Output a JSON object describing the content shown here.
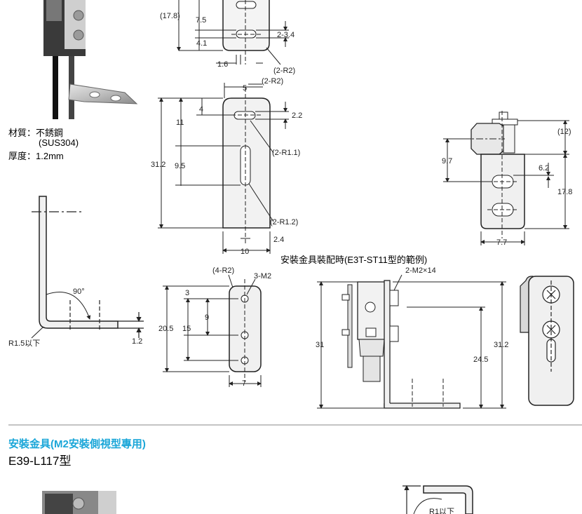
{
  "material": {
    "label": "材質：不銹鋼",
    "label_sub": "(SUS304)",
    "thickness": "厚度：1.2mm"
  },
  "top_view": {
    "d_17_8": "(17.8)",
    "d_7_5": "7.5",
    "d_4_1": "4.1",
    "d_2_3_4": "2-3.4",
    "d_1_6": "1.6",
    "r2_a": "(2-R2)"
  },
  "front_view": {
    "r2": "(2-R2)",
    "d_5": "5",
    "d_4": "4",
    "d_11": "11",
    "d_2_2": "2.2",
    "r1_1": "(2-R1.1)",
    "d_31_2": "31.2",
    "d_9_5": "9.5",
    "r1_2": "(2-R1.2)",
    "d_2_4": "2.4",
    "d_10": "10"
  },
  "side_view": {
    "angle": "90°",
    "bend_radius": "R1.5以下",
    "d_1_2": "1.2"
  },
  "small_plate": {
    "r2": "(4-R2)",
    "m2": "3-M2",
    "d_3": "3",
    "d_9": "9",
    "d_20_5": "20.5",
    "d_15": "15",
    "d_7": "7"
  },
  "assembly_top": {
    "d_12": "(12)",
    "d_9_7": "9.7",
    "d_6_2": "6.2",
    "d_17_8": "17.8",
    "d_7_7": "7.7"
  },
  "mounting_example": {
    "title": "安裝金具裝配時(E3T-ST11型的範例)",
    "screw": "2-M2×14",
    "d_31": "31",
    "d_24_5": "24.5",
    "d_31_2": "31.2"
  },
  "next_section": {
    "title": "安裝金具(M2安裝側視型專用)",
    "model": "E39-L117型",
    "partial_label": "R1以下"
  },
  "colors": {
    "section_title": "#1aa6d8",
    "line": "#222222",
    "part_fill": "#eeeeee"
  }
}
